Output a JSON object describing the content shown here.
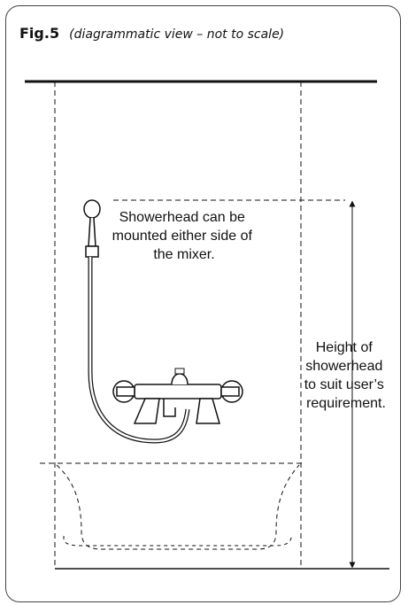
{
  "figure": {
    "label": "Fig.5",
    "caption": "(diagrammatic view – not to scale)"
  },
  "annotations": {
    "showerhead_note": [
      "Showerhead can be",
      "mounted either side of",
      "the mixer."
    ],
    "height_note": [
      "Height of",
      "showerhead",
      "to suit user’s",
      "requirement."
    ]
  },
  "colors": {
    "line": "#111111",
    "frame": "#444444"
  }
}
